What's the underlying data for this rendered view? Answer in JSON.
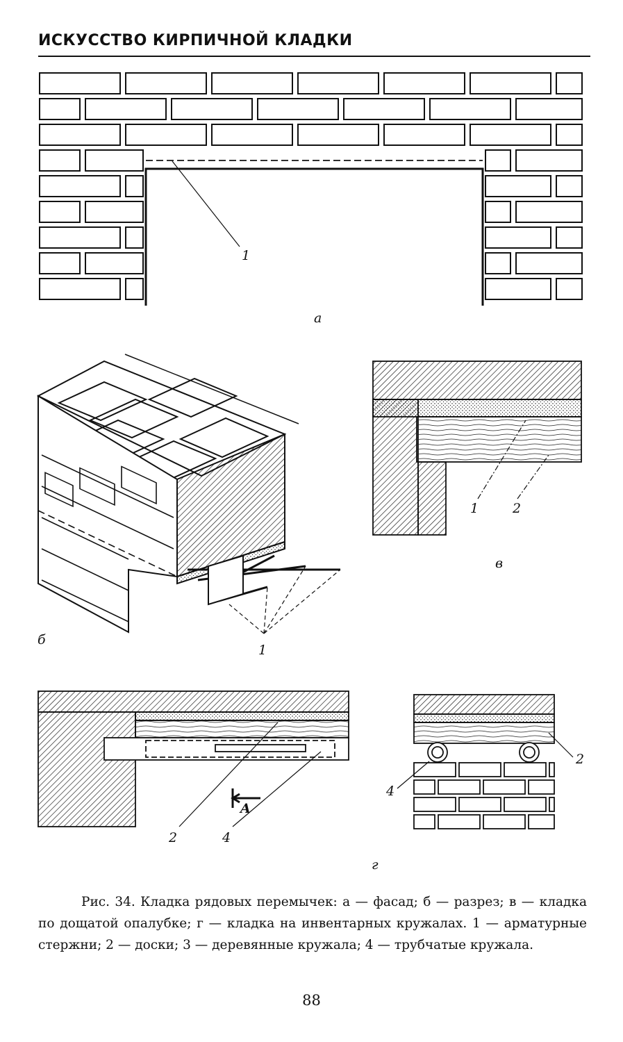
{
  "header": {
    "title": "ИСКУССТВО КИРПИЧНОЙ КЛАДКИ"
  },
  "figure": {
    "panel_a": {
      "letter": "а",
      "callouts": [
        "1"
      ]
    },
    "panel_b": {
      "letter": "б",
      "callouts": [
        "1"
      ]
    },
    "panel_v": {
      "letter": "в",
      "callouts": [
        "1",
        "2"
      ]
    },
    "panel_g": {
      "letter": "г",
      "callouts_left": [
        "2",
        "4"
      ],
      "callouts_right": [
        "4",
        "2"
      ],
      "section_mark": "A"
    }
  },
  "caption": "Рис. 34. Кладка рядовых перемычек: а — фасад; б — разрез; в — кладка по дощатой опалубке; г — кладка на инвентарных кружалах. 1 — арматурные стержни; 2 — доски; 3 — деревянные кружала; 4 — трубчатые кружала.",
  "page_number": "88"
}
